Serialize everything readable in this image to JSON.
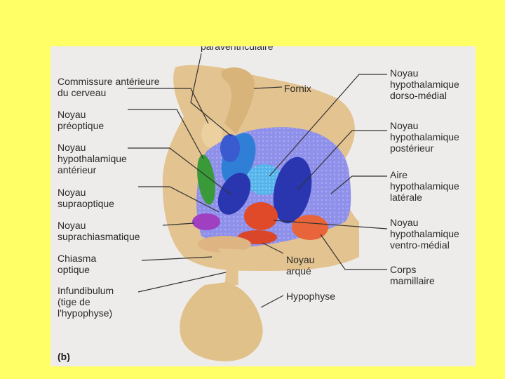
{
  "figure": {
    "panel_letter": "(b)",
    "labels": {
      "paraventricular": "paraventriculaire",
      "anterior_commissure": "Commissure antérieure\ndu cerveau",
      "preoptic": "Noyau\npréoptique",
      "anterior_hypothalamic": "Noyau\nhypothalamique\nantérieur",
      "supraoptic": "Noyau\nsupraoptique",
      "suprachiasmatic": "Noyau\nsuprachiasmatique",
      "optic_chiasm": "Chiasma\noptique",
      "infundibulum": "Infundibulum\n(tige de\nl'hypophyse)",
      "fornix": "Fornix",
      "dorsomedial": "Noyau\nhypothalamique\ndorso-médial",
      "posterior": "Noyau\nhypothalamique\npostérieur",
      "lateral_area": "Aire\nhypothalamique\nlatérale",
      "ventromedial": "Noyau\nhypothalamique\nventro-médial",
      "mammillary": "Corps\nmamillaire",
      "arcuate": "Noyau\narqué",
      "hypophysis": "Hypophyse"
    }
  },
  "colors": {
    "page_background": "#ffff66",
    "tissue": "#e0c08a",
    "hypothalamus_region": "#8b8de8",
    "dark_blue_nucleus": "#2a36b0",
    "medium_blue_nucleus": "#2f7fd6",
    "light_blue_nucleus": "#5bb8ee",
    "green_nucleus": "#3a9a3a",
    "purple_nucleus": "#a040c0",
    "red_nucleus": "#e04a28",
    "orange_nucleus": "#e8643a"
  }
}
